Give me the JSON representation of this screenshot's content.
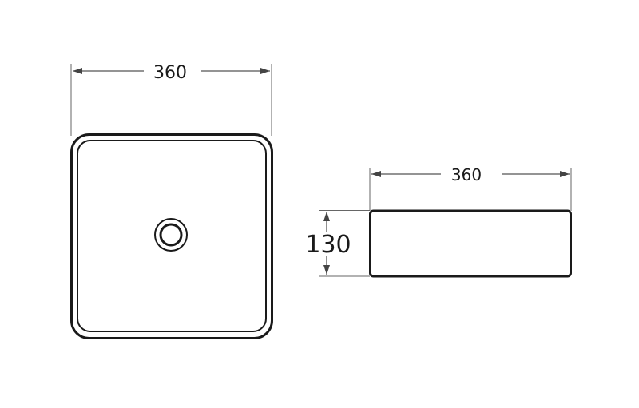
{
  "top_view": {
    "width_label": "360"
  },
  "side_view": {
    "width_label": "360",
    "height_label": "130"
  },
  "colors": {
    "line": "#1a1a1a",
    "dimension": "#555555"
  }
}
